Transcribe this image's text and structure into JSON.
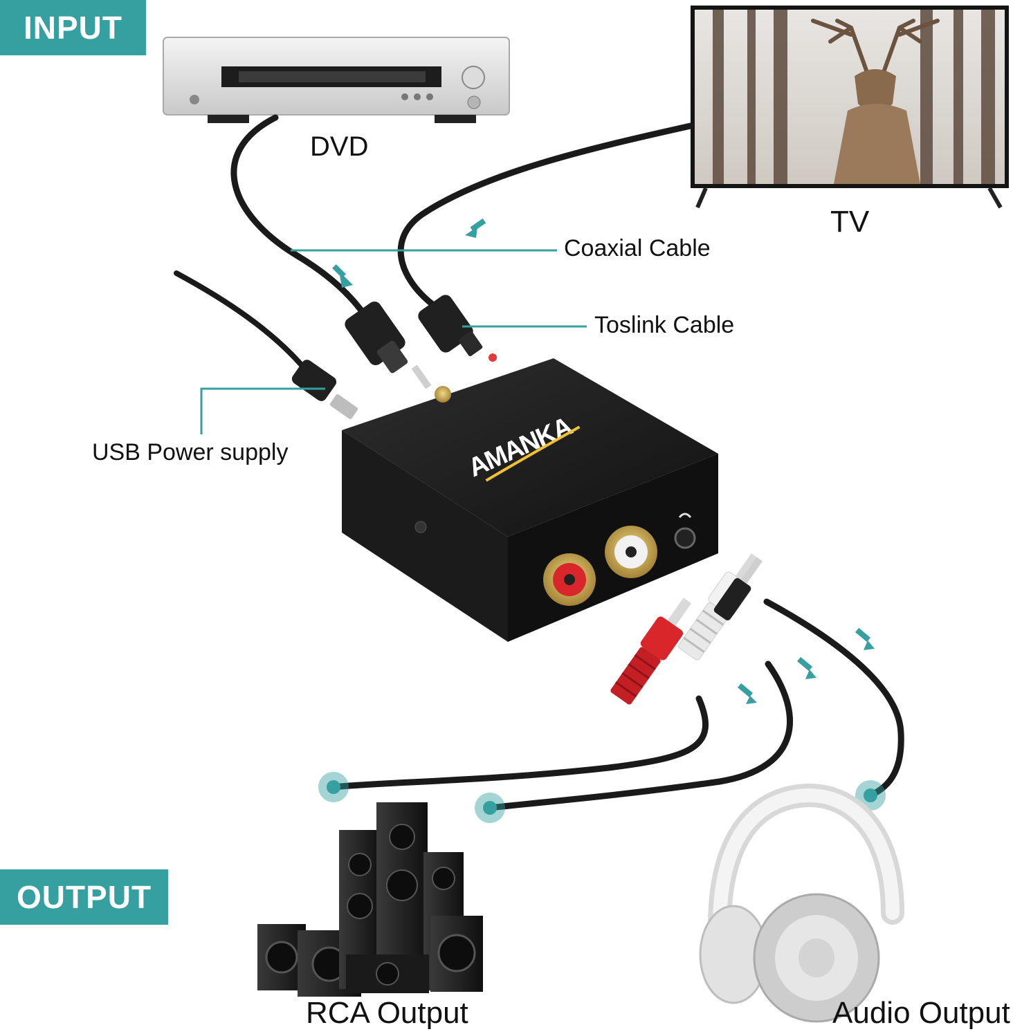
{
  "labels": {
    "input": "INPUT",
    "output": "OUTPUT",
    "dvd": "DVD",
    "tv": "TV",
    "coaxial": "Coaxial Cable",
    "toslink": "Toslink Cable",
    "usb": "USB Power supply",
    "rca_output": "RCA Output",
    "audio_output": "Audio Output"
  },
  "brand": "AMANKA",
  "colors": {
    "accent": "#35a09f",
    "cable": "#1a1a1a",
    "converter": "#1c1c1c",
    "rca_red": "#d8262b",
    "rca_white": "#f2f2f2",
    "gold": "#c9a34a"
  },
  "icons": [
    "dvd-player-icon",
    "tv-icon",
    "converter-box-icon",
    "speaker-system-icon",
    "headphones-icon",
    "arrow-icon"
  ]
}
